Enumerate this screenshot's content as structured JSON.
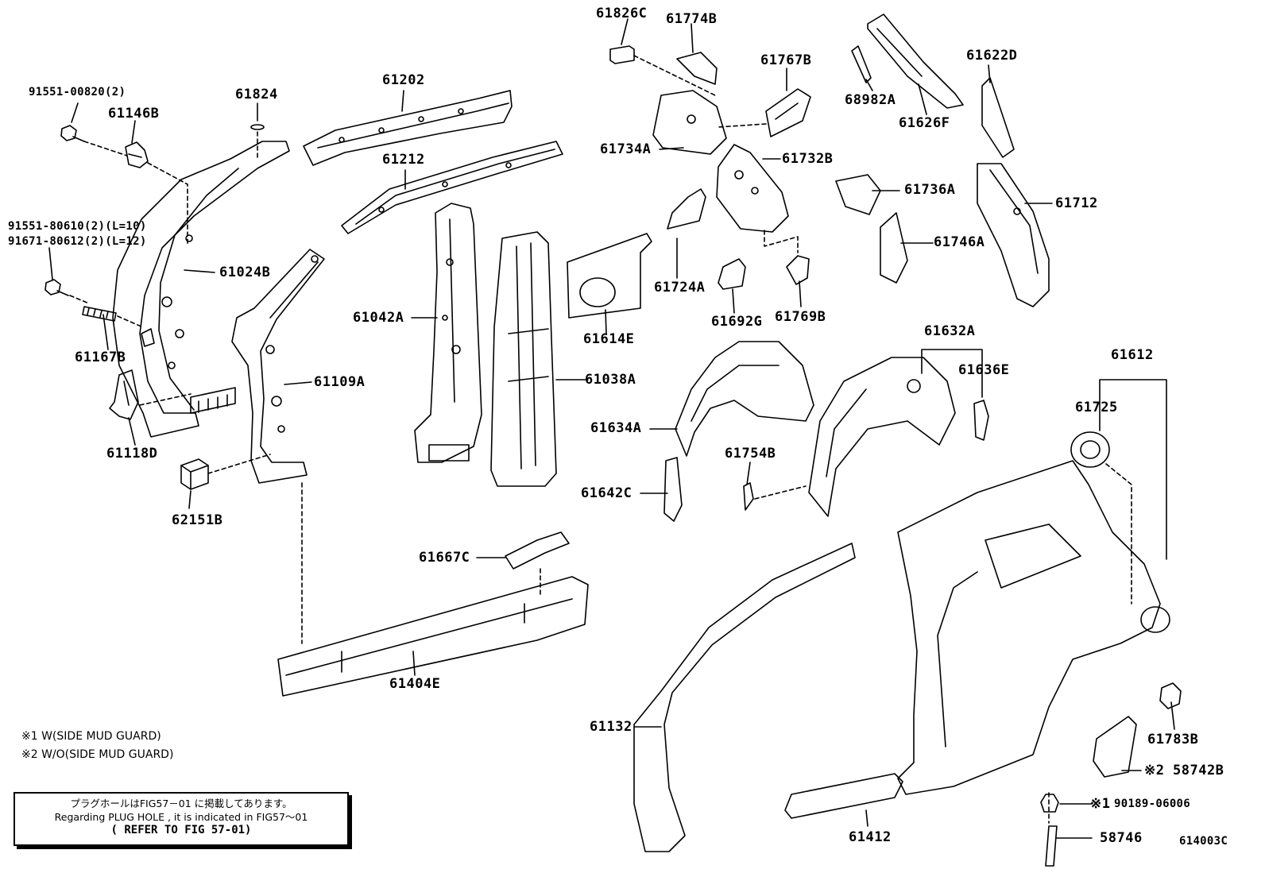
{
  "labels": {
    "p91551_00820": "91551-00820(2)",
    "p61146B": "61146B",
    "p61824": "61824",
    "p61202": "61202",
    "p61212": "61212",
    "p91551_80610": "91551-80610(2)(L=10)",
    "p91671_80612": "91671-80612(2)(L=12)",
    "p61024B": "61024B",
    "p61167B": "61167B",
    "p61118D": "61118D",
    "p61109A": "61109A",
    "p62151B": "62151B",
    "p61042A": "61042A",
    "p61038A": "61038A",
    "p61614E": "61614E",
    "p61826C": "61826C",
    "p61774B": "61774B",
    "p61767B": "61767B",
    "p61734A": "61734A",
    "p61732B": "61732B",
    "p61724A": "61724A",
    "p61692G": "61692G",
    "p61769B": "61769B",
    "p68982A": "68982A",
    "p61626F": "61626F",
    "p61622D": "61622D",
    "p61736A": "61736A",
    "p61746A": "61746A",
    "p61712": "61712",
    "p61632A": "61632A",
    "p61636E": "61636E",
    "p61612": "61612",
    "p61725": "61725",
    "p61634A": "61634A",
    "p61754B": "61754B",
    "p61642C": "61642C",
    "p61667C": "61667C",
    "p61404E": "61404E",
    "p61132": "61132",
    "p61412": "61412",
    "p61783B": "61783B",
    "p58742B": "58742B",
    "p90189": "90189-06006",
    "p58746": "58746",
    "mark2": "※2",
    "mark1": "※1",
    "figure_id": "614003C"
  },
  "notes": {
    "note1": "※1  W(SIDE MUD GUARD)",
    "note2": "※2  W/O(SIDE MUD GUARD)"
  },
  "reference_box": {
    "line_jp": "プラグホールはFIG57－01 に掲載してあります。",
    "line_en": "Regarding PLUG HOLE , it is indicated in FIG57～01",
    "line_ref": "( REFER TO FIG 57-01)"
  }
}
